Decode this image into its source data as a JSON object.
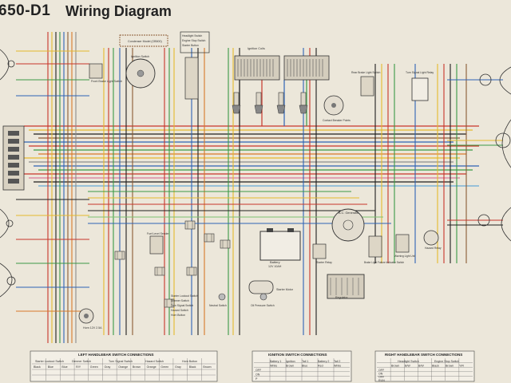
{
  "title": {
    "model": "650-D1",
    "main": "Wiring Diagram"
  },
  "components": {
    "ignition_coils": "Ignition Coils",
    "condenser_model": "Condenser Model (CB500)",
    "headlight_switch": "Headlight Switch",
    "engine_stop_switch": "Engine Stop Switch",
    "starter_button": "Starter Button",
    "front_brake_light_switch": "Front Brake Light Switch",
    "ignition_switch": "Ignition Switch",
    "rear_brake_light_switch": "Rear Brake Light Switch",
    "turn_signal_light_relay": "Turn Signal Light Relay",
    "contact_breaker_points": "Contact Breaker Points",
    "fuel_level_sender": "Fuel Level Sender",
    "battery": "Battery",
    "battery_spec": "12V 10AH",
    "starter_relay": "Starter Relay",
    "ac_generator": "A.C. Generator",
    "regulator": "Regulator",
    "brake_light_failure_indicator": "Brake Light Failure Indicator Switch",
    "warning_light_unit": "Warning Light Unit",
    "hazard_relay": "Hazard Relay",
    "starter_motor": "Starter Motor",
    "neutral_switch": "Neutral Switch",
    "oil_pressure_switch": "Oil Pressure Switch",
    "horn": "Horn 12V 2.5A",
    "handlebar_left_list": [
      "Starter Lockout Switch",
      "Dimmer Switch",
      "Turn Signal Switch",
      "Hazard Switch",
      "Horn Button"
    ]
  },
  "tables": {
    "left": {
      "title": "LEFT HANDLEBAR SWITCH CONNECTIONS",
      "groups": [
        "Starter Lockout Switch",
        "Dimmer Switch",
        "Turn Signal Switch",
        "Hazard Switch",
        "Horn Button"
      ],
      "wires": [
        "Black",
        "Blue",
        "Blue",
        "R/Y",
        "Green",
        "Gray",
        "Orange",
        "Brown",
        "Orange",
        "Green",
        "Gray",
        "Black",
        "Brown"
      ]
    },
    "ignition": {
      "title": "IGNITION SWITCH CONNECTIONS",
      "columns": [
        "Battery 1",
        "Ignition",
        "Tail 1",
        "Battery 2",
        "Tail 2"
      ],
      "wires": [
        "White",
        "Brown",
        "Blue",
        "Red",
        "White"
      ],
      "rows": [
        "OFF",
        "ON",
        "P"
      ]
    },
    "right": {
      "title": "RIGHT HANDLEBAR SWITCH CONNECTIONS",
      "groups": [
        "Headlight Switch",
        "Engine Stop Switch"
      ],
      "rows": [
        "OFF",
        "ON",
        "OFF",
        "RUN"
      ],
      "wires": [
        "Brown",
        "B/W",
        "B/W",
        "Black",
        "Brown",
        "Y/R"
      ]
    }
  },
  "wire_colors": {
    "red": "#c8352a",
    "yellow": "#e5b92c",
    "green": "#3b9a45",
    "blue": "#2e63b5",
    "black": "#1f1f1f",
    "brown": "#8a5a34",
    "orange": "#d87a2a",
    "gray": "#8c8c8c",
    "lightblue": "#66a8d8",
    "pink": "#d8789a",
    "lightgreen": "#7cc070",
    "white": "#fbfbfb"
  }
}
